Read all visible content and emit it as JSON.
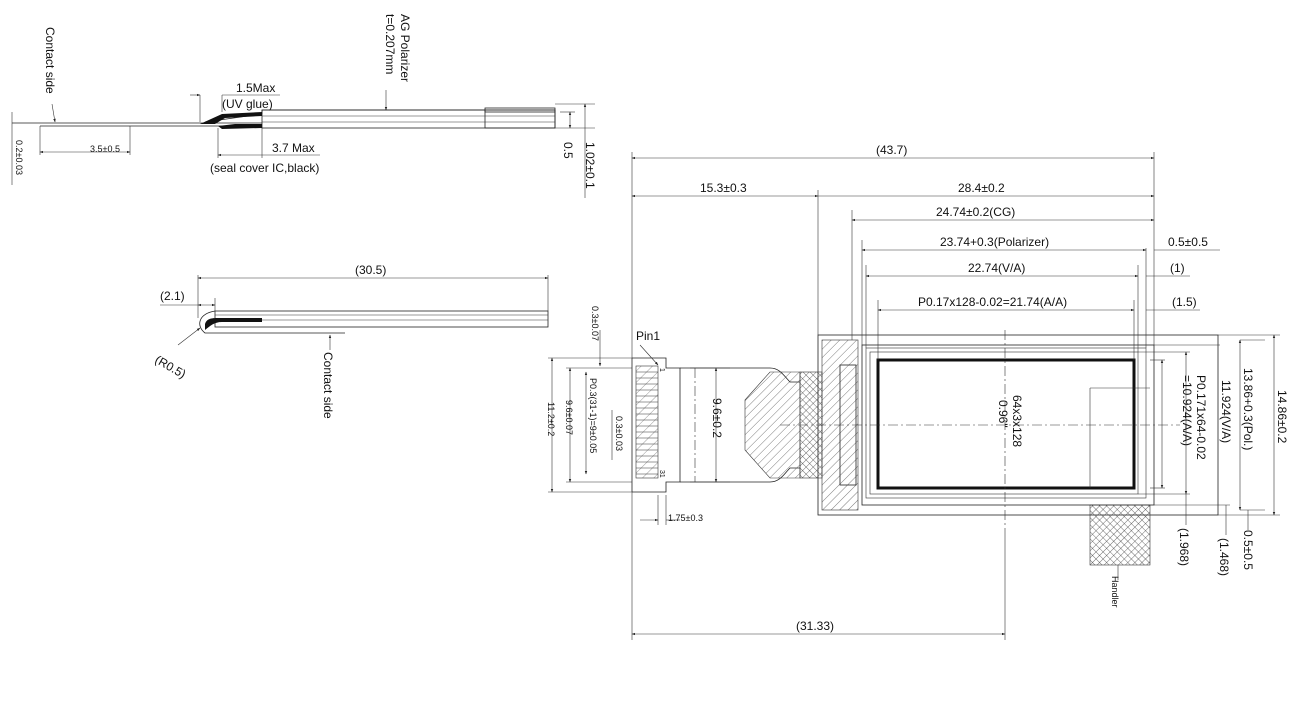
{
  "side_top": {
    "contact_side": "Contact side",
    "ag_polarizer": "AG Polarizer",
    "thickness": "t=0.207mm",
    "max_1_5": "1.5Max",
    "uv_glue": "(UV glue)",
    "dim_3_5": "3.5±0.5",
    "max_3_7": "3.7 Max",
    "seal_cover": "(seal cover IC,black)",
    "dim_0_2": "0.2±0.03",
    "dim_0_5": "0.5",
    "dim_1_02": "1.02±0.1"
  },
  "side_bottom": {
    "dim_30_5": "(30.5)",
    "dim_2_1": "(2.1)",
    "radius": "(R0.5)",
    "contact_side": "Contact side"
  },
  "front": {
    "overall_width": "(43.7)",
    "dim_15_3": "15.3±0.3",
    "dim_28_4": "28.4±0.2",
    "cg_width": "24.74±0.2(CG)",
    "pol_width": "23.74+0.3(Polarizer)",
    "va_width": "22.74(V/A)",
    "aa_width": "P0.17x128-0.02=21.74(A/A)",
    "right_0_5": "0.5±0.5",
    "right_1": "(1)",
    "right_1_5": "(1.5)",
    "resolution": "64x3x128",
    "diagonal": "0.96\"",
    "aa_height_1": "P0.171x64-0.02",
    "aa_height_2": "=10.924(A/A)",
    "va_height": "11.924(V/A)",
    "pol_height": "13.86+0.3(Pol.)",
    "total_height": "14.86±0.2",
    "dim_1_968": "(1.968)",
    "dim_1_468": "(1.468)",
    "dim_bottom_0_5": "0.5±0.5",
    "handler": "Handler",
    "dim_31_33": "(31.33)"
  },
  "fpc": {
    "pin1": "Pin1",
    "dim_0_3_07": "0.3±0.07",
    "dim_11_2": "11.2±0.2",
    "dim_9_6_07": "9.6±0.07",
    "pitch": "P0.3(31-1)=9±0.05",
    "dim_0_3_03": "0.3±0.03",
    "dim_9_6_2": "9.6±0.2",
    "dim_1_75": "1.75±0.3",
    "pin_first": "1",
    "pin_last": "31"
  }
}
